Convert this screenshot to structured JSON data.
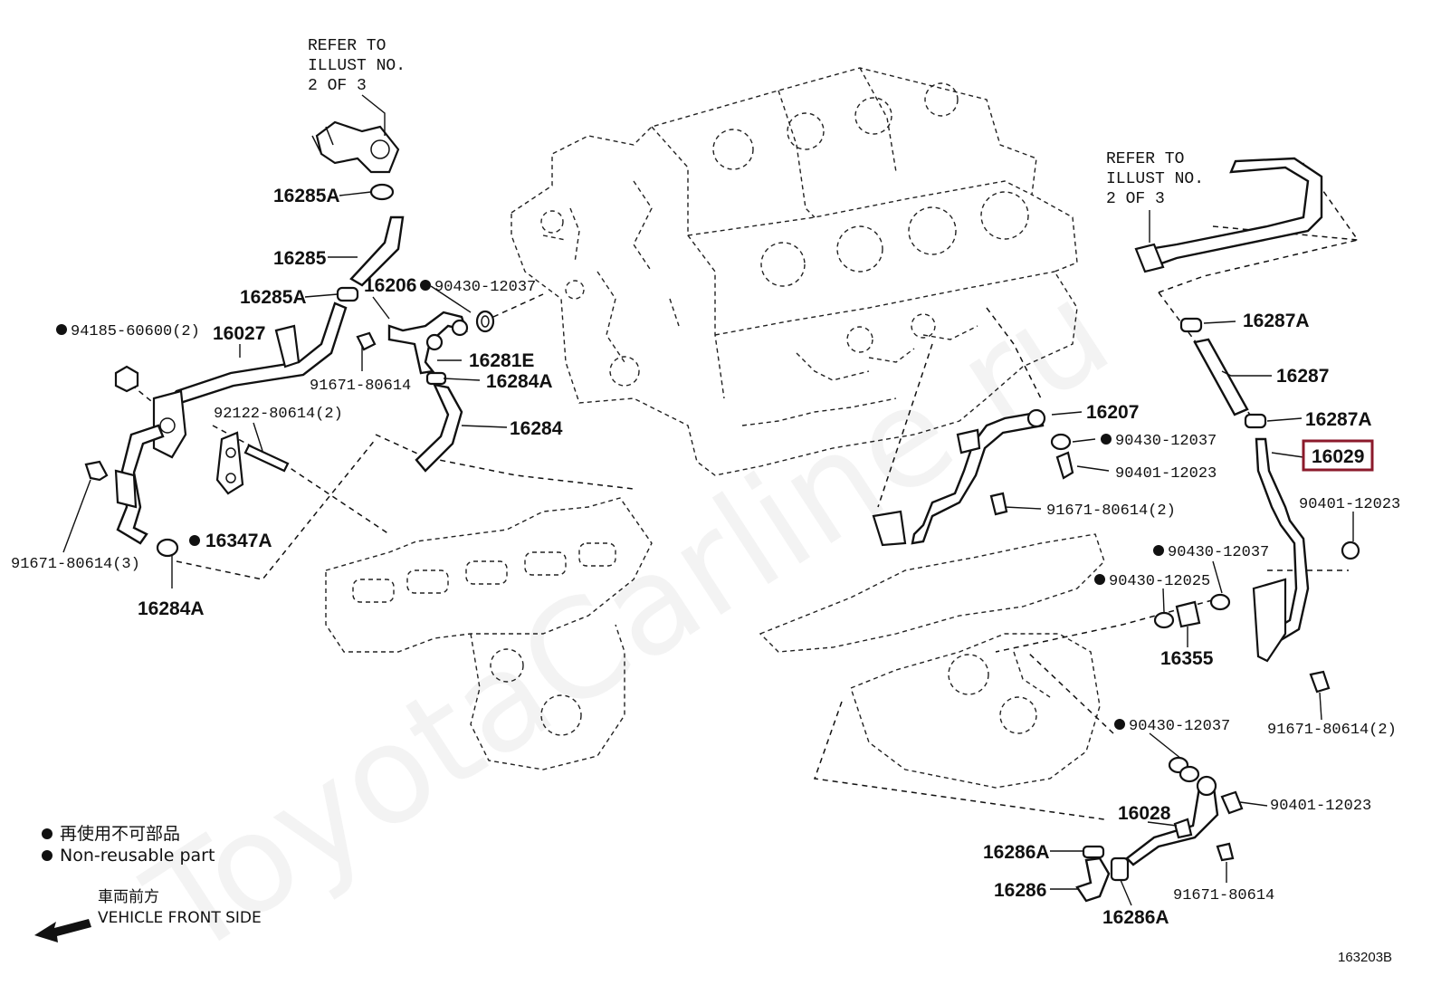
{
  "watermark": "ToyotaCarline.ru",
  "refer_notes": [
    {
      "lines": [
        "REFER TO",
        "ILLUST NO.",
        "2 OF 3"
      ]
    },
    {
      "lines": [
        "REFER TO",
        "ILLUST NO.",
        "2 OF 3"
      ]
    }
  ],
  "labels": {
    "l_16285A_top": "16285A",
    "l_16285": "16285",
    "l_16285A_mid": "16285A",
    "l_16206": "16206",
    "l_90430_12037_a": "90430-12037",
    "l_94185": "94185-60600(2)",
    "l_16027": "16027",
    "l_16281E": "16281E",
    "l_91671_80614_a": "91671-80614",
    "l_16284A_a": "16284A",
    "l_92122": "92122-80614(2)",
    "l_16284": "16284",
    "l_16347A": "16347A",
    "l_91671_80614_3": "91671-80614(3)",
    "l_16284A_b": "16284A",
    "l_16207": "16207",
    "l_90430_12037_b": "90430-12037",
    "l_90401_12023_a": "90401-12023",
    "l_91671_80614_2a": "91671-80614(2)",
    "l_16287A_top": "16287A",
    "l_16287": "16287",
    "l_16287A_bot": "16287A",
    "l_16029": "16029",
    "l_90401_12023_b": "90401-12023",
    "l_90430_12037_c": "90430-12037",
    "l_90430_12025": "90430-12025",
    "l_16355": "16355",
    "l_91671_80614_2b": "91671-80614(2)",
    "l_90430_12037_d": "90430-12037",
    "l_90401_12023_c": "90401-12023",
    "l_16028": "16028",
    "l_16286A_a": "16286A",
    "l_16286": "16286",
    "l_91671_80614_b": "91671-80614",
    "l_16286A_b": "16286A"
  },
  "legend": {
    "jp": "再使用不可部品",
    "en": "Non-reusable part",
    "front_jp": "車両前方",
    "front_en": "VEHICLE FRONT SIDE"
  },
  "illustration_code": "163203B",
  "highlight_color": "#8b1a2b"
}
